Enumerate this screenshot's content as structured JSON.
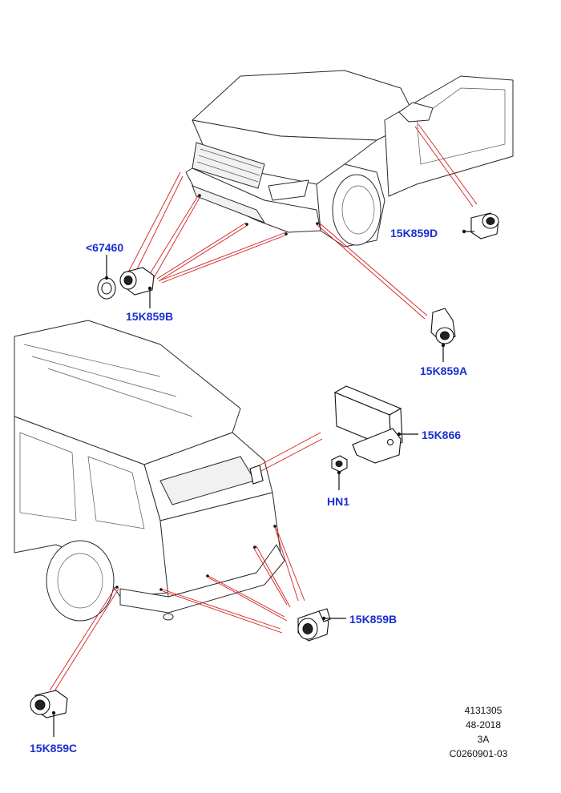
{
  "colors": {
    "callout": "#1a2fd1",
    "leader_red": "#d42020",
    "ink": "#111111"
  },
  "callouts": {
    "part_15k859d": "15K859D",
    "part_67460": "<67460",
    "part_15k859b_front": "15K859B",
    "part_15k859a": "15K859A",
    "part_15k866": "15K866",
    "part_hn1": "HN1",
    "part_15k859b_rear": "15K859B",
    "part_15k859c": "15K859C"
  },
  "footer": {
    "line1": "4131305",
    "line2": "48-2018",
    "line3": "3A",
    "line4": "C0260901-03"
  }
}
